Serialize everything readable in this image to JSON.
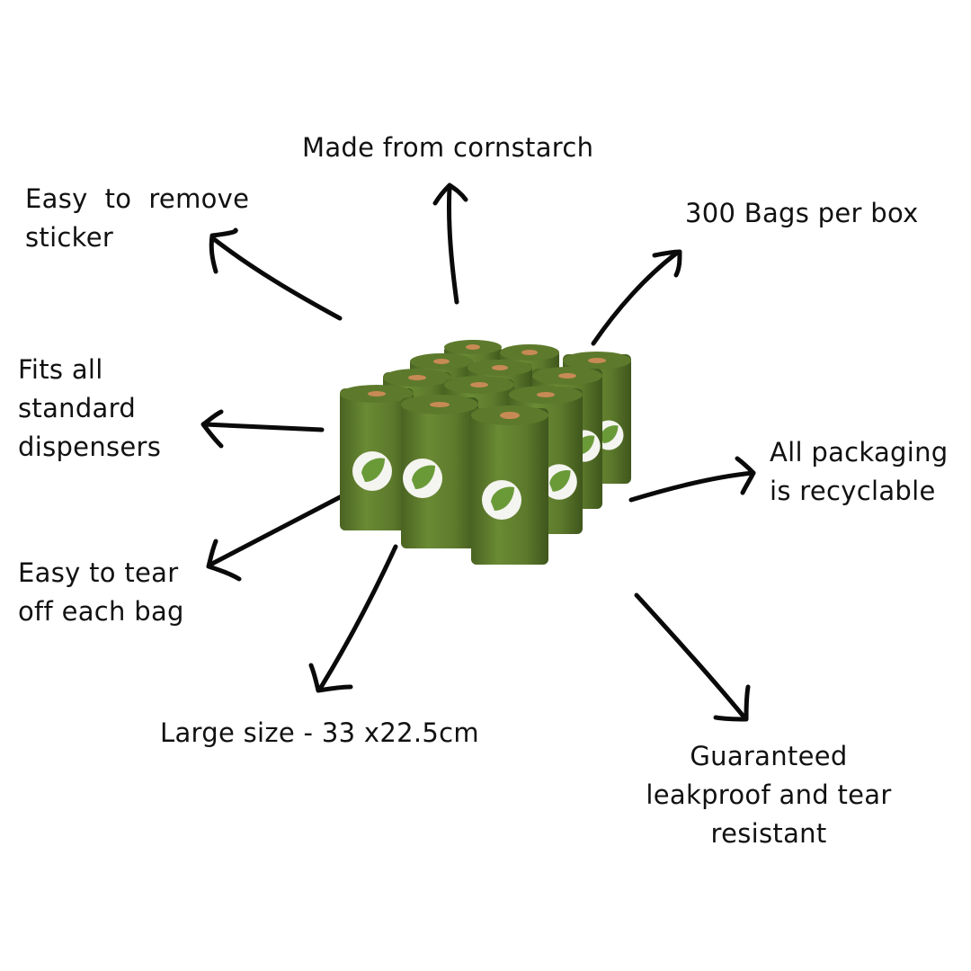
{
  "features": {
    "cornstarch": "Made from cornstarch",
    "sticker": [
      "Easy  to  remove",
      "sticker"
    ],
    "bags_per_box": "300 Bags per box",
    "dispensers": [
      "Fits all",
      "standard",
      "dispensers"
    ],
    "recyclable": [
      "All packaging",
      "is recyclable"
    ],
    "tear_off": [
      "Easy to tear",
      "off each bag"
    ],
    "size": "Large size - 33 x22.5cm",
    "leakproof": [
      "Guaranteed",
      "leakproof and tear",
      "resistant"
    ]
  },
  "colors": {
    "roll_green": "#5d7a2c",
    "roll_dark": "#4a6322",
    "core": "#c88a55",
    "arrow": "#0a0a0a",
    "background": "#ffffff"
  },
  "icons": [
    "leaf-logo-icon"
  ]
}
